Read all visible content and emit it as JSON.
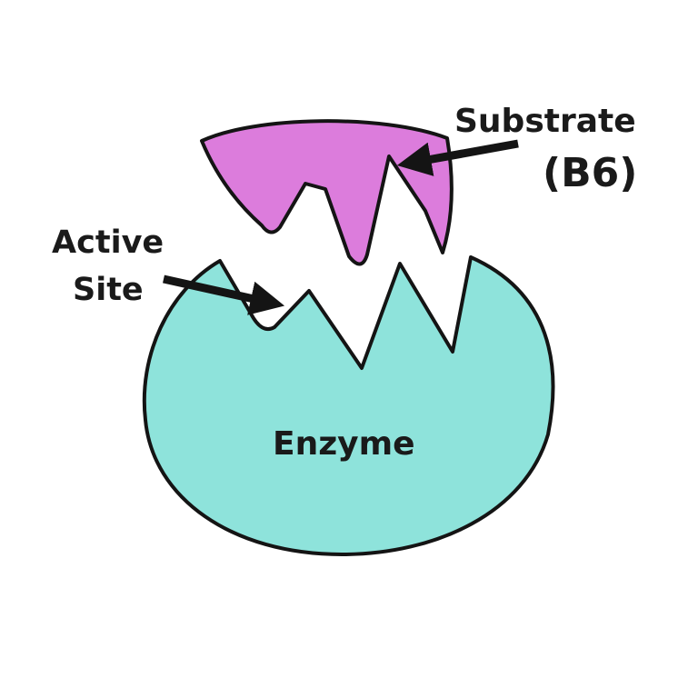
{
  "labels": {
    "substrate": "Substrate",
    "substrate_sub": "(B6)",
    "active_line1": "Active",
    "active_line2": "Site",
    "enzyme": "Enzyme"
  },
  "colors": {
    "substrate_fill": "#dc7cdc",
    "enzyme_fill": "#8ee3db",
    "outline": "#141414",
    "arrow": "#141414"
  },
  "icons": {
    "arrow": "arrow-icon"
  }
}
